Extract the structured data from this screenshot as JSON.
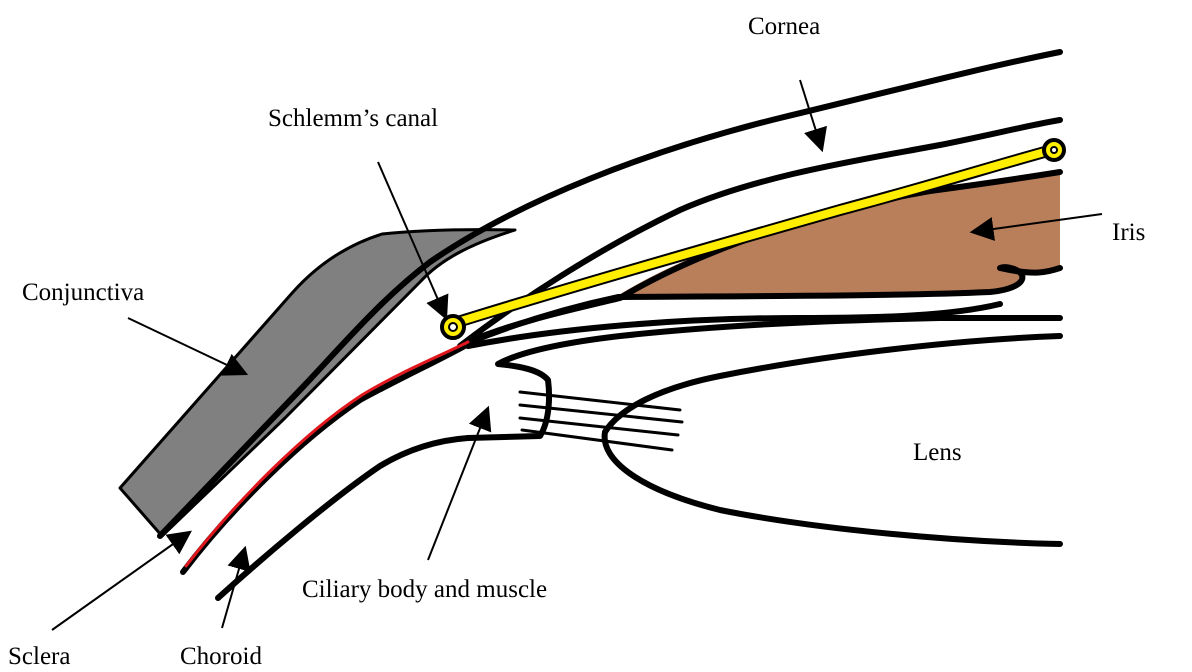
{
  "labels": {
    "cornea": "Cornea",
    "schlemm": "Schlemm’s canal",
    "iris": "Iris",
    "conjunctiva": "Conjunctiva",
    "lens": "Lens",
    "ciliary": "Ciliary body and muscle",
    "sclera": "Sclera",
    "choroid": "Choroid"
  },
  "colors": {
    "conjunctiva": "#808080",
    "iris": "#b97e5a",
    "schlemm_canal": "#ffee00",
    "choroid_line": "#e0181e",
    "outline": "#000000",
    "background": "#ffffff"
  }
}
